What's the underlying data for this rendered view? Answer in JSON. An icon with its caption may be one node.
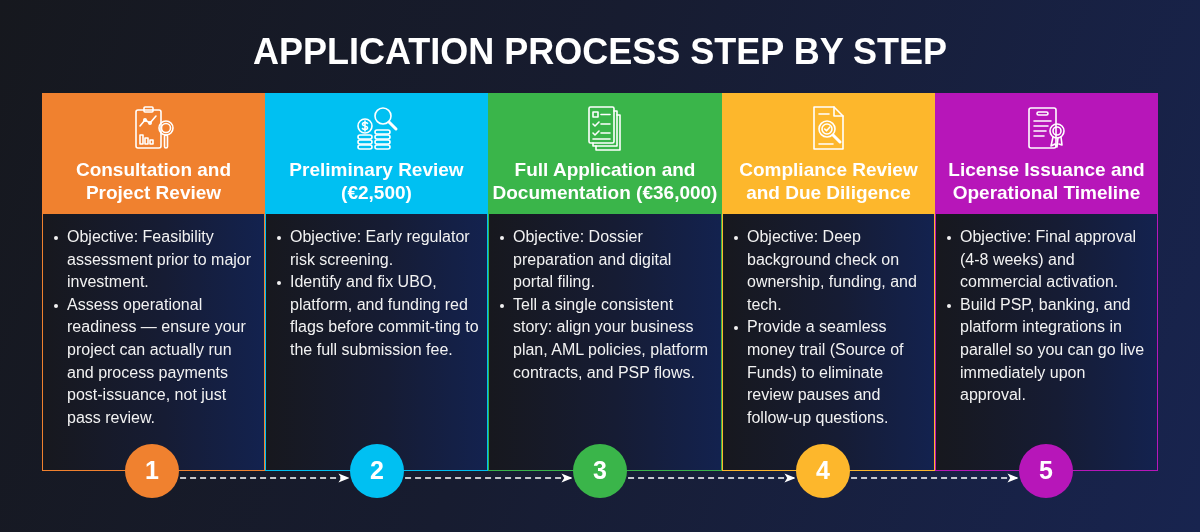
{
  "diagram": {
    "title": "APPLICATION PROCESS STEP BY STEP",
    "nodes": [
      {
        "text": [
          "Consultation and Project Review"
        ]
      },
      {
        "text": [
          "Objective: Feasibility assessment prior to major investment.",
          "Assess operational readiness — ensure your project can actually run and process payments post-issuance, not just pass review."
        ]
      },
      {
        "text": [
          "1"
        ]
      },
      {
        "text": [
          "Preliminary Review (€2,500)"
        ]
      },
      {
        "text": [
          "Objective: Early regulator risk screening.",
          "Identify and fix UBO, platform, and funding red flags before commit-ting to the full submission fee."
        ]
      },
      {
        "text": [
          "2"
        ]
      },
      {
        "text": [
          "Full Application and Documentation (€36,000)"
        ]
      },
      {
        "text": [
          "Objective: Dossier preparation and digital portal filing.",
          "Tell a single consistent story: align your business plan, AML policies, platform contracts, and PSP flows."
        ]
      },
      {
        "text": [
          "3"
        ]
      },
      {
        "text": [
          "Compliance Review and Due Diligence"
        ]
      },
      {
        "text": [
          "Objective: Deep background check on ownership, funding, and tech.",
          "Provide a seamless money trail (Source of Funds) to eliminate review pauses and follow-up questions."
        ]
      },
      {
        "text": [
          "4"
        ]
      },
      {
        "text": [
          "License Issuance and Operational Timeline"
        ]
      },
      {
        "text": [
          "Objective: Final approval (4-8 weeks) and commercial activation.",
          "Build PSP, banking, and platform integrations in parallel so you can go live immediately upon approval."
        ]
      },
      {
        "text": [
          "5"
        ]
      }
    ],
    "edges": [
      {
        "from": 2,
        "to": 5,
        "arrow": "to",
        "style": "dashed"
      },
      {
        "from": 5,
        "to": 8,
        "arrow": "to",
        "style": "dashed"
      },
      {
        "from": 8,
        "to": 11,
        "arrow": "to",
        "style": "dashed"
      },
      {
        "from": 11,
        "to": 14,
        "arrow": "to",
        "style": "dashed"
      }
    ]
  }
}
